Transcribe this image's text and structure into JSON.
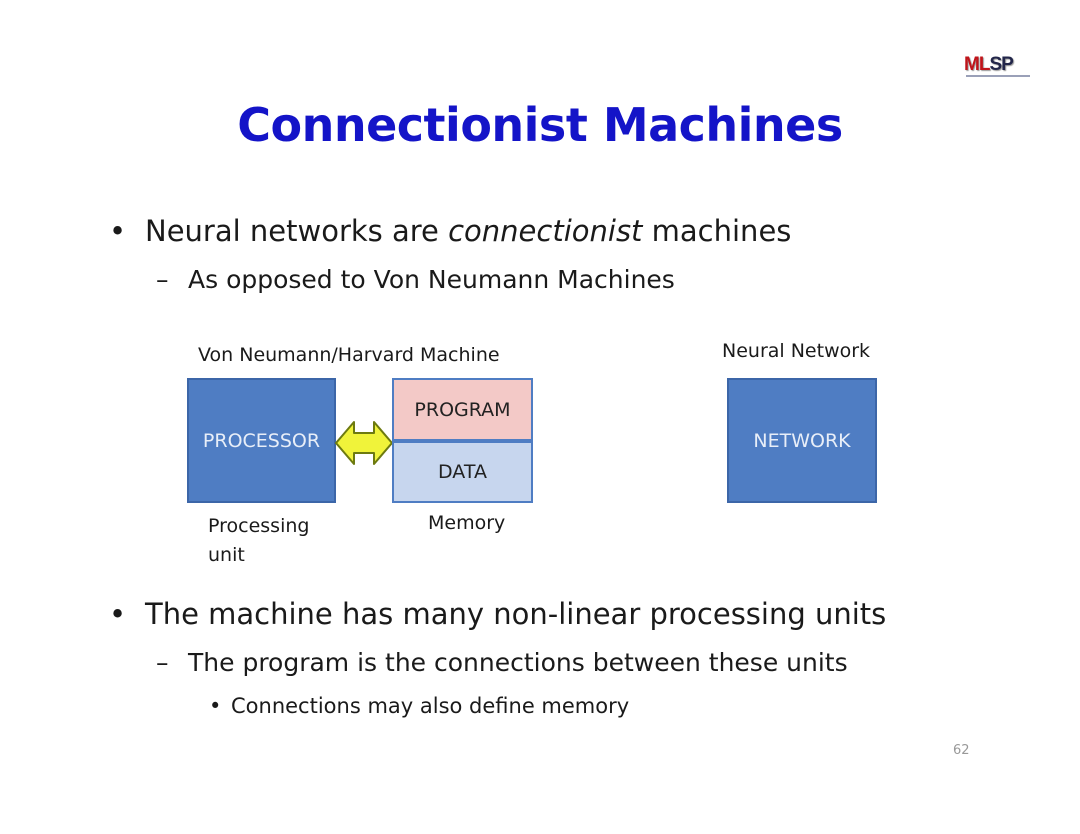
{
  "logo": {
    "ml": "ML",
    "sp": "SP"
  },
  "title": "Connectionist Machines",
  "bullet1": {
    "pre": "Neural networks are ",
    "emph": "connectionist",
    "post": " machines"
  },
  "bullet1_sub": "As opposed to Von Neumann Machines",
  "diagram": {
    "vn_label": "Von Neumann/Harvard Machine",
    "processor": "PROCESSOR",
    "program": "PROGRAM",
    "data": "DATA",
    "processing_unit_line1": "Processing",
    "processing_unit_line2": "unit",
    "memory": "Memory",
    "nn_label": "Neural Network",
    "network": "NETWORK",
    "arrow_color": "#f0f33a"
  },
  "bullet2": "The machine has many non-linear processing units",
  "bullet2_sub": "The program is the connections between these units",
  "bullet2_subsub": "Connections may also define memory",
  "page_number": "62",
  "markers": {
    "bullet": "•",
    "dash": "–"
  }
}
